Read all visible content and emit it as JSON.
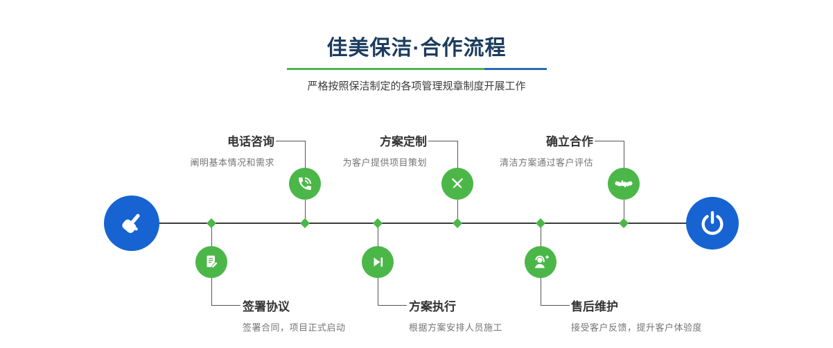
{
  "header": {
    "title": "佳美保洁·合作流程",
    "subtitle": "严格按照保洁制定的各项管理规章制度开展工作"
  },
  "colors": {
    "title_navy": "#1b3c5e",
    "accent_green": "#4cb749",
    "accent_blue": "#1763d2",
    "underline_green": "#4cb749",
    "underline_blue": "#2a6bb5",
    "line_gray": "#3a3a3a",
    "desc_gray": "#757575"
  },
  "timeline": {
    "start_icon": "pointing-hand-icon",
    "end_icon": "power-icon"
  },
  "steps_top": [
    {
      "title": "电话咨询",
      "desc": "阐明基本情况和需求",
      "icon": "phone-icon"
    },
    {
      "title": "方案定制",
      "desc": "为客户提供项目策划",
      "icon": "design-tools-icon"
    },
    {
      "title": "确立合作",
      "desc": "清洁方案通过客户评估",
      "icon": "handshake-icon"
    }
  ],
  "steps_bottom": [
    {
      "title": "签署协议",
      "desc": "签署合同，项目正式启动",
      "icon": "contract-icon"
    },
    {
      "title": "方案执行",
      "desc": "根据方案安排人员施工",
      "icon": "play-icon"
    },
    {
      "title": "售后维护",
      "desc": "接受客户反馈，提升客户体验度",
      "icon": "headset-support-icon"
    }
  ]
}
